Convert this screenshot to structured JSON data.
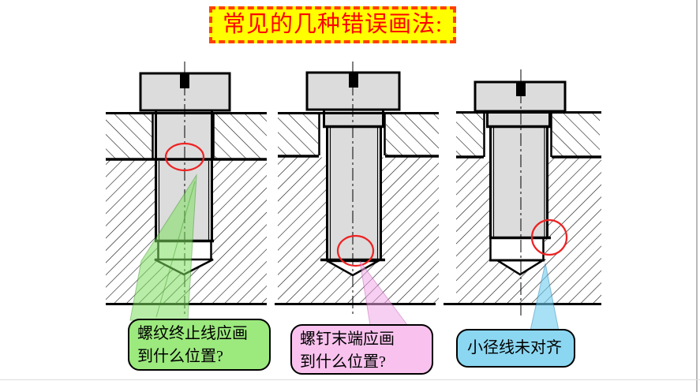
{
  "title": {
    "text": "常见的几种错误画法:"
  },
  "callouts": [
    {
      "id": "thread-termination-line",
      "line1": "螺纹终止线应画",
      "line2": "到什么位置?"
    },
    {
      "id": "screw-end-position",
      "line1": "螺钉末端应画",
      "line2": "到什么位置?"
    },
    {
      "id": "minor-diameter-line",
      "line1": "小径线未对齐",
      "line2": ""
    }
  ],
  "figures": [
    {
      "id": "figure-1",
      "error_marker": "red-ellipse-at-joint-line"
    },
    {
      "id": "figure-2",
      "error_marker": "red-ellipse-at-screw-tip"
    },
    {
      "id": "figure-3",
      "error_marker": "red-circle-at-minor-diameter"
    }
  ],
  "colors": {
    "title_bg": "#ffff00",
    "title_text": "#ff0000",
    "title_border": "#ff4000",
    "screw_fill": "#dcdcdc",
    "error_red": "#ee2222",
    "callout_green": "#9ce97e",
    "callout_pink": "#f9c2ee",
    "callout_blue": "#8bd7f2",
    "wedge_green": "#7fe060",
    "wedge_pink": "#f2a8e8",
    "wedge_blue": "#6fcdf0"
  }
}
